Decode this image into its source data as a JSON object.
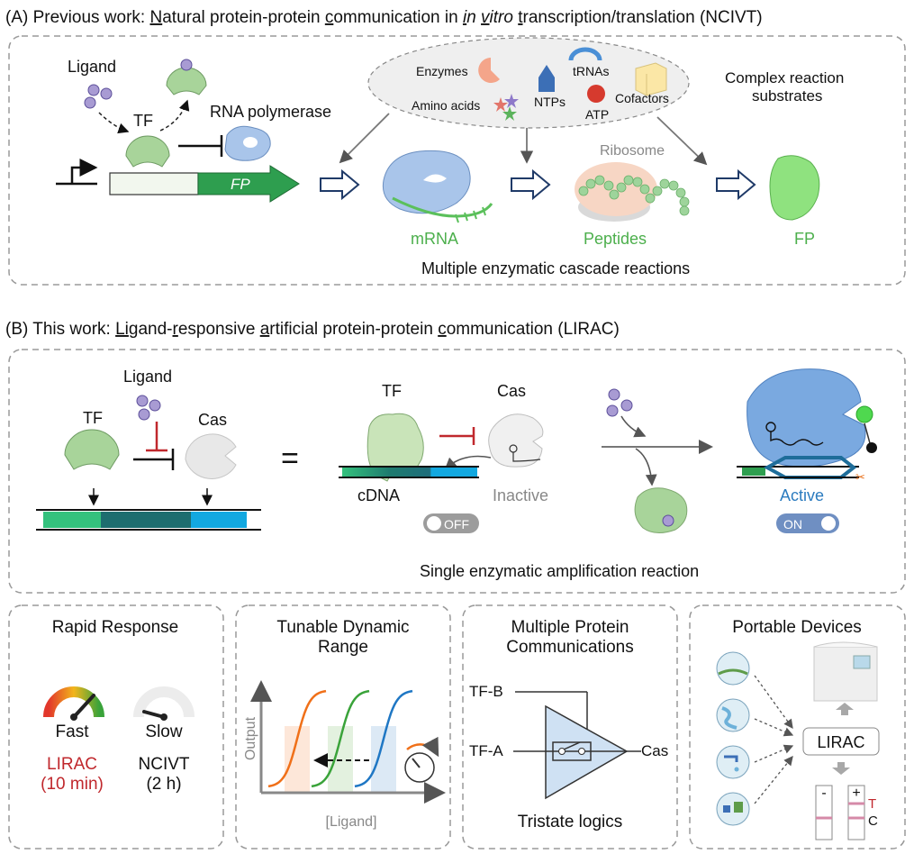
{
  "panel_a": {
    "heading_prefix": "(A) Previous work: ",
    "heading_N": "N",
    "heading_p1": "atural protein-protein ",
    "heading_c": "c",
    "heading_p2": "ommunication in ",
    "heading_i": "i",
    "heading_p3": "n ",
    "heading_v": "v",
    "heading_p4": "itro ",
    "heading_t": "t",
    "heading_p5": "ranscription/translation (NCIVT)",
    "ligand": "Ligand",
    "tf": "TF",
    "rna_polymerase": "RNA polymerase",
    "fp_gene": "FP",
    "enzymes": "Enzymes",
    "trnas": "tRNAs",
    "amino_acids": "Amino acids",
    "ntps": "NTPs",
    "atp": "ATP",
    "cofactors": "Cofactors",
    "complex_1": "Complex reaction",
    "complex_2": "substrates",
    "mrna": "mRNA",
    "ribosome": "Ribosome",
    "peptides": "Peptides",
    "fp": "FP",
    "caption": "Multiple enzymatic cascade reactions"
  },
  "panel_b": {
    "heading_prefix": "(B) This work: ",
    "heading_L": "Li",
    "heading_p1": "gand-",
    "heading_r": "r",
    "heading_p2": "esponsive ",
    "heading_a": "a",
    "heading_p3": "rtificial protein-protein ",
    "heading_c": "c",
    "heading_p4": "ommunication (LIRAC)",
    "ligand": "Ligand",
    "tf": "TF",
    "cas": "Cas",
    "equals": "=",
    "tf2": "TF",
    "cas2": "Cas",
    "cdna": "cDNA",
    "inactive": "Inactive",
    "off": "OFF",
    "active": "Active",
    "on": "ON",
    "caption": "Single enzymatic amplification reaction"
  },
  "bottom": {
    "rapid": {
      "title": "Rapid Response",
      "fast": "Fast",
      "slow": "Slow",
      "lirac": "LIRAC",
      "lirac_time": "(10 min)",
      "ncivt": "NCIVT",
      "ncivt_time": "(2 h)"
    },
    "tunable": {
      "title1": "Tunable Dynamic",
      "title2": "Range",
      "ylabel": "Output",
      "xlabel": "[Ligand]"
    },
    "multiple": {
      "title1": "Multiple Protein",
      "title2": "Communications",
      "tfb": "TF-B",
      "tfa": "TF-A",
      "cas": "Cas",
      "caption": "Tristate logics"
    },
    "portable": {
      "title": "Portable Devices",
      "lirac": "LIRAC",
      "minus": "-",
      "plus": "+",
      "t": "T",
      "c": "C"
    }
  },
  "colors": {
    "gene_green": "#2e9e4f",
    "light_green": "#a8d49a",
    "blue_protein": "#8db3df",
    "inhibit_red": "#c0282d",
    "active_blue": "#2b7bbf",
    "lirac_red": "#c0282d",
    "orange_curve": "#f07019",
    "green_curve": "#3aa33a",
    "blue_curve": "#1f77c4"
  }
}
